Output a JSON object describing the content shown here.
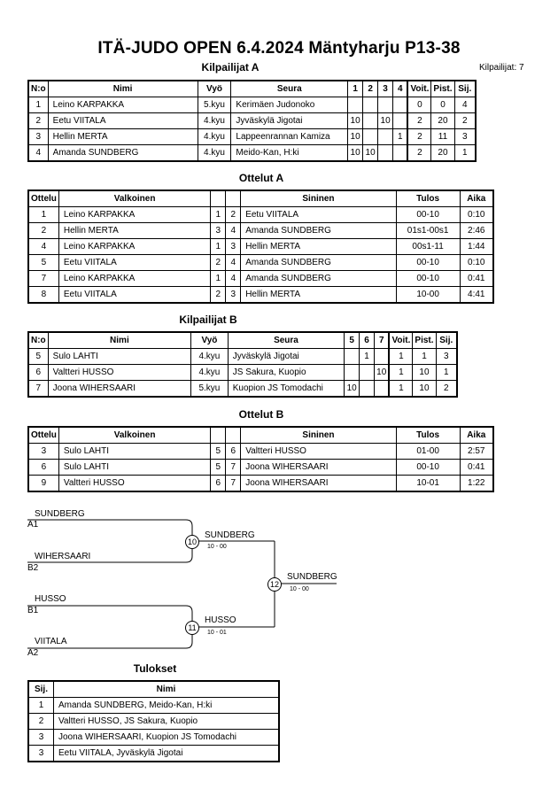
{
  "header": {
    "title": "ITÄ-JUDO OPEN  6.4.2024  Mäntyharju   P13-38",
    "count_label": "Kilpailijat: 7"
  },
  "pool_a": {
    "title": "Kilpailijat A",
    "columns": [
      "N:o",
      "Nimi",
      "Vyö",
      "Seura",
      "1",
      "2",
      "3",
      "4",
      "Voit.",
      "Pist.",
      "Sij."
    ],
    "rows": [
      [
        "1",
        "Leino KARPAKKA",
        "5.kyu",
        "Kerimäen Judonoko",
        "",
        "",
        "",
        "",
        "0",
        "0",
        "4"
      ],
      [
        "2",
        "Eetu VIITALA",
        "4.kyu",
        "Jyväskylä Jigotai",
        "10",
        "",
        "10",
        "",
        "2",
        "20",
        "2"
      ],
      [
        "3",
        "Hellin MERTA",
        "4.kyu",
        "Lappeenrannan Kamiza",
        "10",
        "",
        "",
        "1",
        "2",
        "11",
        "3"
      ],
      [
        "4",
        "Amanda SUNDBERG",
        "4.kyu",
        "Meido-Kan, H:ki",
        "10",
        "10",
        "",
        "",
        "2",
        "20",
        "1"
      ]
    ]
  },
  "matches_a": {
    "title": "Ottelut A",
    "columns": [
      "Ottelu",
      "Valkoinen",
      "",
      "",
      "Sininen",
      "Tulos",
      "Aika"
    ],
    "rows": [
      [
        "1",
        "Leino KARPAKKA",
        "1",
        "2",
        "Eetu VIITALA",
        "00-10",
        "0:10"
      ],
      [
        "2",
        "Hellin MERTA",
        "3",
        "4",
        "Amanda SUNDBERG",
        "01s1-00s1",
        "2:46"
      ],
      [
        "4",
        "Leino KARPAKKA",
        "1",
        "3",
        "Hellin MERTA",
        "00s1-11",
        "1:44"
      ],
      [
        "5",
        "Eetu VIITALA",
        "2",
        "4",
        "Amanda SUNDBERG",
        "00-10",
        "0:10"
      ],
      [
        "7",
        "Leino KARPAKKA",
        "1",
        "4",
        "Amanda SUNDBERG",
        "00-10",
        "0:41"
      ],
      [
        "8",
        "Eetu VIITALA",
        "2",
        "3",
        "Hellin MERTA",
        "10-00",
        "4:41"
      ]
    ]
  },
  "pool_b": {
    "title": "Kilpailijat B",
    "columns": [
      "N:o",
      "Nimi",
      "Vyö",
      "Seura",
      "5",
      "6",
      "7",
      "Voit.",
      "Pist.",
      "Sij."
    ],
    "rows": [
      [
        "5",
        "Sulo LAHTI",
        "4.kyu",
        "Jyväskylä Jigotai",
        "",
        "1",
        "",
        "1",
        "1",
        "3"
      ],
      [
        "6",
        "Valtteri HUSSO",
        "4.kyu",
        "JS Sakura, Kuopio",
        "",
        "",
        "10",
        "1",
        "10",
        "1"
      ],
      [
        "7",
        "Joona WIHERSAARI",
        "5.kyu",
        "Kuopion JS Tomodachi",
        "10",
        "",
        "",
        "1",
        "10",
        "2"
      ]
    ]
  },
  "matches_b": {
    "title": "Ottelut B",
    "columns": [
      "Ottelu",
      "Valkoinen",
      "",
      "",
      "Sininen",
      "Tulos",
      "Aika"
    ],
    "rows": [
      [
        "3",
        "Sulo LAHTI",
        "5",
        "6",
        "Valtteri HUSSO",
        "01-00",
        "2:57"
      ],
      [
        "6",
        "Sulo LAHTI",
        "5",
        "7",
        "Joona WIHERSAARI",
        "00-10",
        "0:41"
      ],
      [
        "9",
        "Valtteri HUSSO",
        "6",
        "7",
        "Joona WIHERSAARI",
        "10-01",
        "1:22"
      ]
    ]
  },
  "bracket": {
    "entrants": [
      {
        "name": "SUNDBERG",
        "seed": "A1"
      },
      {
        "name": "WIHERSAARI",
        "seed": "B2"
      },
      {
        "name": "HUSSO",
        "seed": "B1"
      },
      {
        "name": "VIITALA",
        "seed": "A2"
      }
    ],
    "semi_1": {
      "number": "10",
      "winner": "SUNDBERG",
      "score": "10 - 00"
    },
    "semi_2": {
      "number": "11",
      "winner": "HUSSO",
      "score": "10 - 01"
    },
    "final": {
      "number": "12",
      "winner": "SUNDBERG",
      "score": "10 - 00"
    }
  },
  "results": {
    "title": "Tulokset",
    "columns": [
      "Sij.",
      "Nimi"
    ],
    "rows": [
      [
        "1",
        "Amanda SUNDBERG, Meido-Kan, H:ki"
      ],
      [
        "2",
        "Valtteri HUSSO, JS Sakura, Kuopio"
      ],
      [
        "3",
        "Joona WIHERSAARI, Kuopion JS Tomodachi"
      ],
      [
        "3",
        "Eetu VIITALA, Jyväskylä Jigotai"
      ]
    ]
  }
}
